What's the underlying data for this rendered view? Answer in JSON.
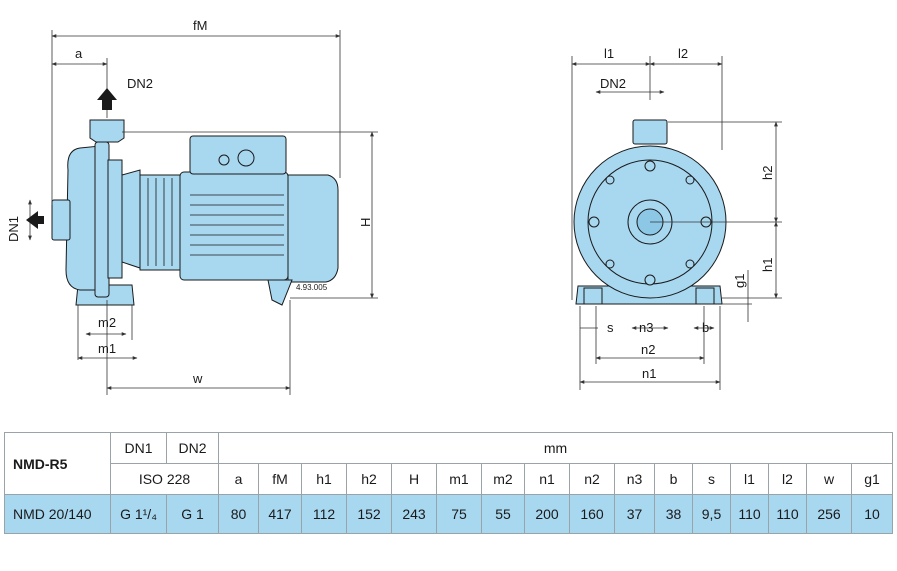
{
  "drawing": {
    "labels": {
      "fM": "fM",
      "a": "a",
      "dn2_left": "DN2",
      "dn1": "DN1",
      "H": "H",
      "m2": "m2",
      "m1": "m1",
      "w": "w",
      "ref": "4.93.005",
      "l1": "l1",
      "l2": "l2",
      "dn2_right": "DN2",
      "h2": "h2",
      "h1": "h1",
      "g1": "g1",
      "s": "s",
      "n3": "n3",
      "b": "b",
      "n2": "n2",
      "n1": "n1"
    },
    "colors": {
      "pump_fill": "#a8d7f0",
      "outline": "#1a1a1a",
      "dimension": "#333333"
    }
  },
  "table": {
    "model_header": "NMD-R5",
    "dn1_header": "DN1",
    "dn2_header": "DN2",
    "iso_label": "ISO 228",
    "unit_header": "mm",
    "columns": [
      "a",
      "fM",
      "h1",
      "h2",
      "H",
      "m1",
      "m2",
      "n1",
      "n2",
      "n3",
      "b",
      "s",
      "l1",
      "l2",
      "w",
      "g1"
    ],
    "row": {
      "model": "NMD 20/140",
      "dn1": "G 1¹/₄",
      "dn2": "G 1",
      "values": [
        "80",
        "417",
        "112",
        "152",
        "243",
        "75",
        "55",
        "200",
        "160",
        "37",
        "38",
        "9,5",
        "110",
        "110",
        "256",
        "10"
      ]
    }
  }
}
